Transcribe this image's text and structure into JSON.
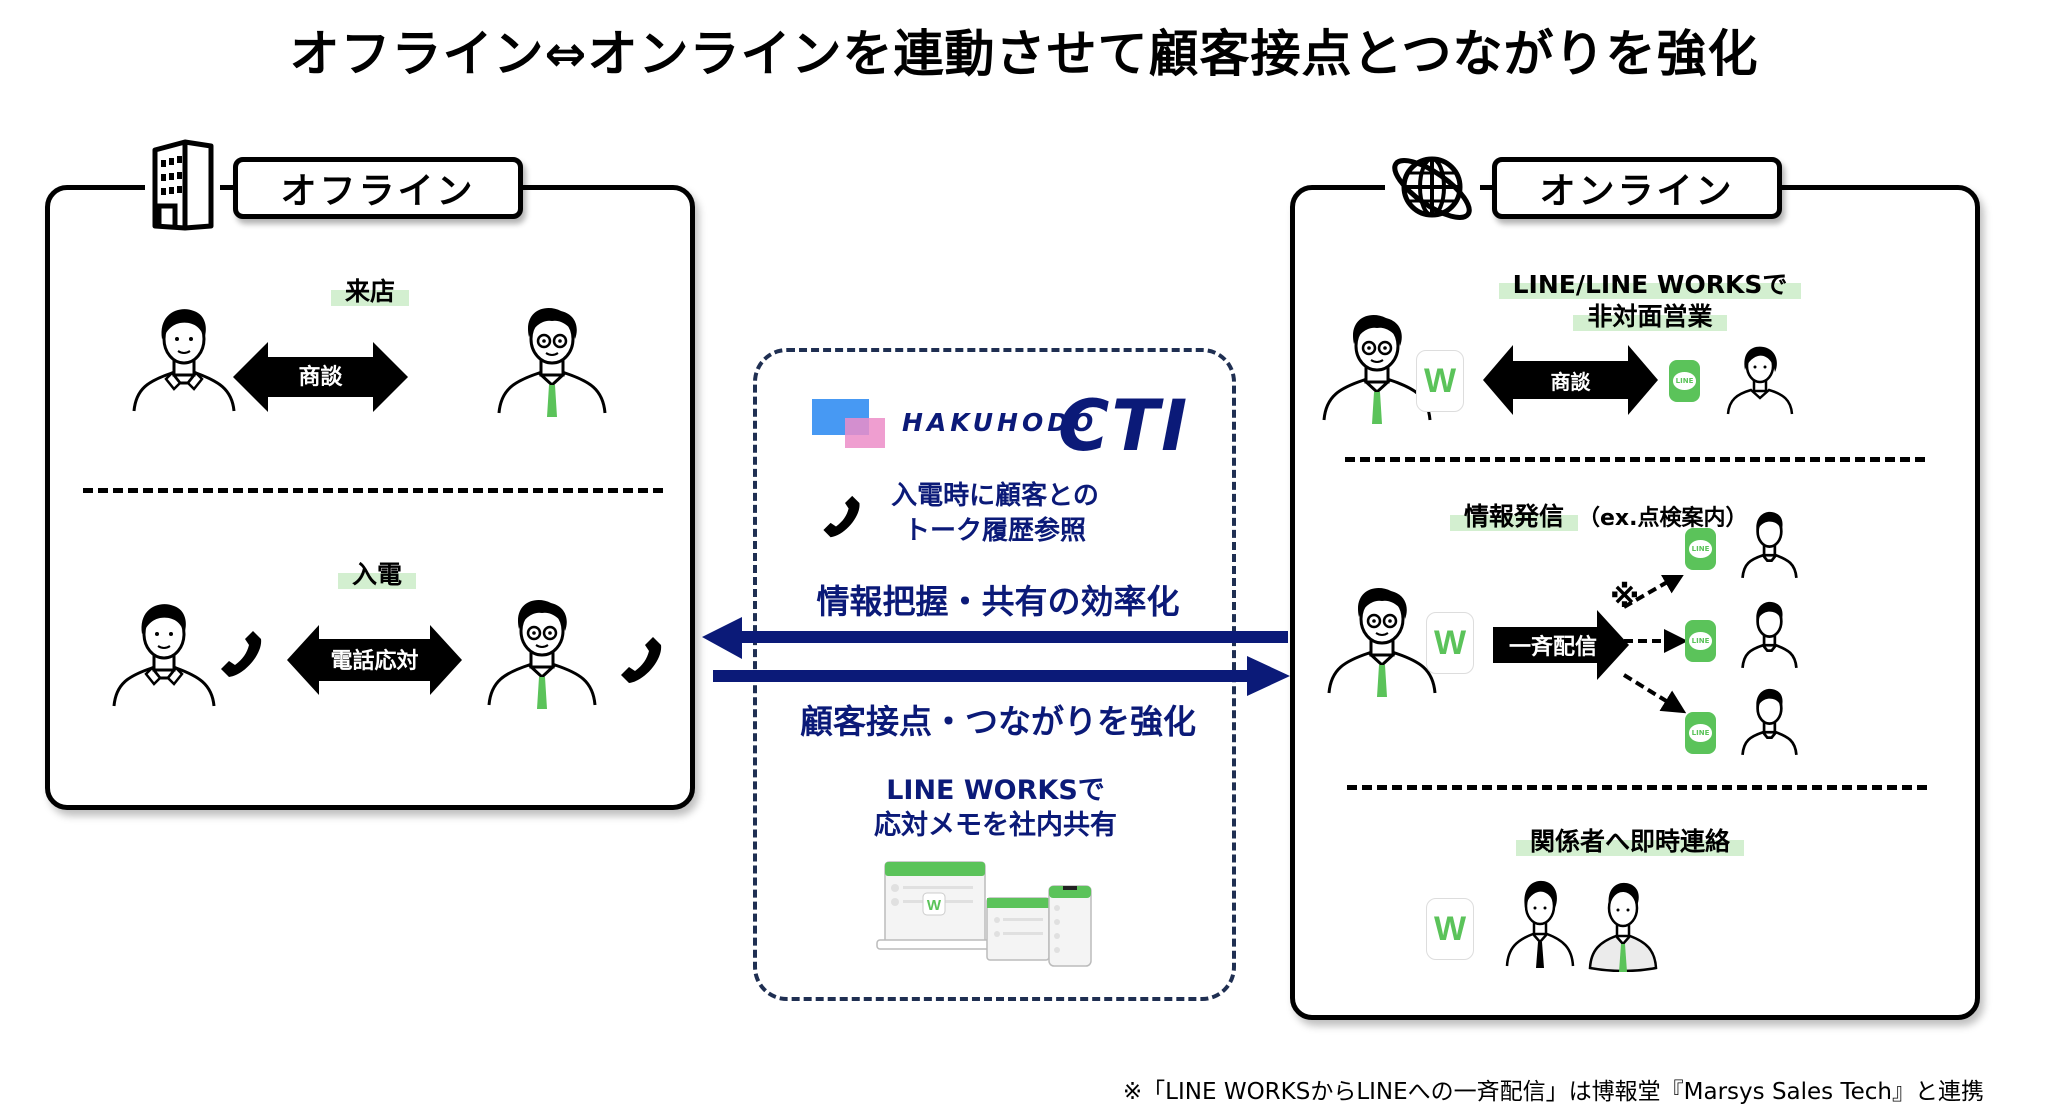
{
  "title": "オフライン⇔オンラインを連動させて顧客接点とつながりを強化",
  "colors": {
    "navy": "#0b1a78",
    "green": "#5bc35a",
    "highlight": "#d3efd0",
    "line_green": "#4cc764"
  },
  "offline": {
    "label": "オフライン",
    "icon": "building-icon",
    "sections": [
      {
        "heading": "来店",
        "arrow_label": "商談"
      },
      {
        "heading": "入電",
        "arrow_label": "電話応対"
      }
    ]
  },
  "center": {
    "logo_brand": "HAKUHODO",
    "logo_product": "CTI",
    "cti_feature_line1": "入電時に顧客との",
    "cti_feature_line2": "トーク履歴参照",
    "arrow_top_label": "情報把握・共有の効率化",
    "arrow_bottom_label": "顧客接点・つながりを強化",
    "lineworks_line1": "LINE WORKSで",
    "lineworks_line2": "応対メモを社内共有"
  },
  "online": {
    "label": "オンライン",
    "icon": "globe-icon",
    "sections": [
      {
        "heading_line1": "LINE/LINE WORKSで",
        "heading_line2": "非対面営業",
        "arrow_label": "商談"
      },
      {
        "heading": "情報発信",
        "heading_suffix": "（ex.点検案内）",
        "note_mark": "※",
        "arrow_label": "一斉配信"
      },
      {
        "heading": "関係者へ即時連絡"
      }
    ],
    "line_badge": "LINE",
    "lineworks_badge": "W"
  },
  "footnote": "※「LINE WORKSからLINEへの一斉配信」は博報堂『Marsys Sales Tech』と連携"
}
